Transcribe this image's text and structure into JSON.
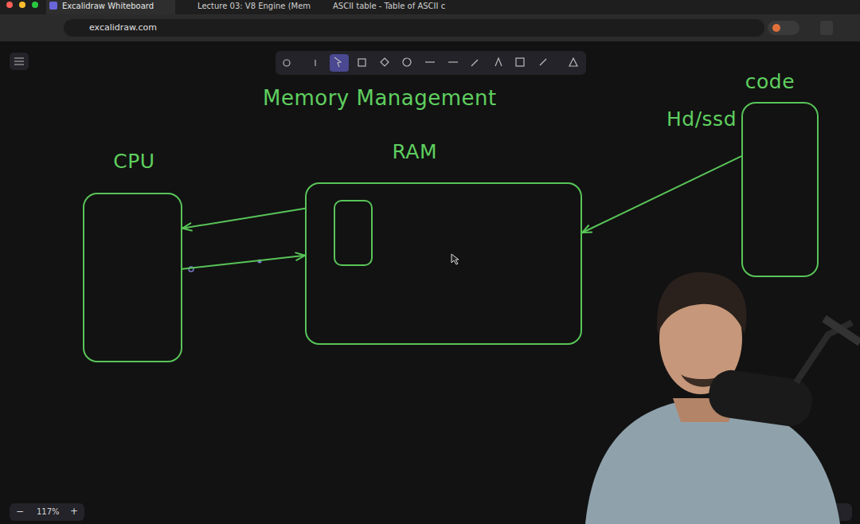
{
  "diagram": {
    "title": "Memory Management",
    "nodes": [
      {
        "text": [
          "CPU"
        ]
      },
      {
        "text": [
          "RAM"
        ]
      },
      {
        "text": [
          "code",
          "Hd/ssd"
        ]
      }
    ],
    "edges": [
      {
        "from": 1,
        "to": 0,
        "arrow": "to"
      },
      {
        "from": 0,
        "to": 1,
        "arrow": "to"
      },
      {
        "from": 2,
        "to": 1,
        "arrow": "to"
      }
    ],
    "labels": [
      "Excalidraw Whiteboard",
      "Lecture 03: V8 Engine (Mem",
      "ASCII table - Table of ASCII c",
      "excalidraw.com",
      "117%",
      "−",
      "+"
    ]
  }
}
